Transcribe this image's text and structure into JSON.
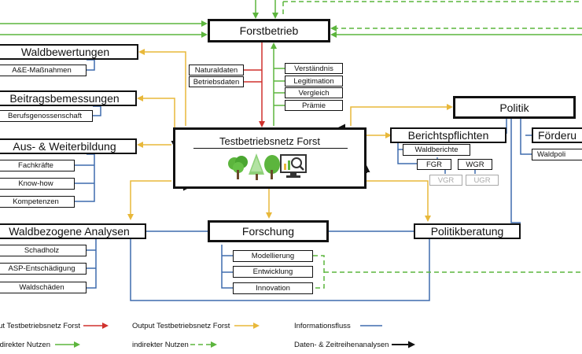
{
  "nodes": {
    "forstbetrieb": "Forstbetrieb",
    "testbetriebsnetz": "Testbetriebsnetz Forst",
    "waldbewertungen": "Waldbewertungen",
    "ae_massnahmen": "A&E-Maßnahmen",
    "beitragsbemessungen": "Beitragsbemessungen",
    "berufsgenossenschaft": "Berufsgenossenschaft",
    "aus_weiterbildung": "Aus- & Weiterbildung",
    "fachkraefte": "Fachkräfte",
    "know_how": "Know-how",
    "kompetenzen": "Kompetenzen",
    "waldbezogene_analysen": "Waldbezogene Analysen",
    "schadholz": "Schadholz",
    "asp_entschaedigung": "ASP-Entschädigung",
    "waldschaeden": "Waldschäden",
    "forschung": "Forschung",
    "modellierung": "Modellierung",
    "entwicklung": "Entwicklung",
    "innovation": "Innovation",
    "politikberatung": "Politikberatung",
    "politik": "Politik",
    "berichtspflichten": "Berichtspflichten",
    "waldberichte": "Waldberichte",
    "fgr": "FGR",
    "wgr": "WGR",
    "vgr": "VGR",
    "ugr": "UGR",
    "foerderung": "Förderu",
    "waldpoli": "Waldpoli",
    "naturaldaten": "Naturaldaten",
    "betriebsdaten": "Betriebsdaten",
    "verstaendnis": "Verständnis",
    "legitimation": "Legitimation",
    "vergleich": "Vergleich",
    "praemie": "Prämie"
  },
  "legend": {
    "input": "Input Testbetriebsnetz Forst",
    "output": "Output Testbetriebsnetz Forst",
    "info": "Informationsfluss",
    "direct": "direkter Nutzen",
    "indirect": "indirekter Nutzen",
    "timeseries": "Daten- & Zeitreihenanalysen"
  },
  "colors": {
    "input": "#d0312d",
    "output": "#e8b83a",
    "info": "#3f6cad",
    "direct": "#5cb53d",
    "indirect": "#5cb53d",
    "timeseries": "#111111",
    "gray_box": "#a9a9a9"
  },
  "icons": [
    "deciduous-tree-icon",
    "conifer-tree-icon",
    "monitor-magnifier-icon"
  ]
}
